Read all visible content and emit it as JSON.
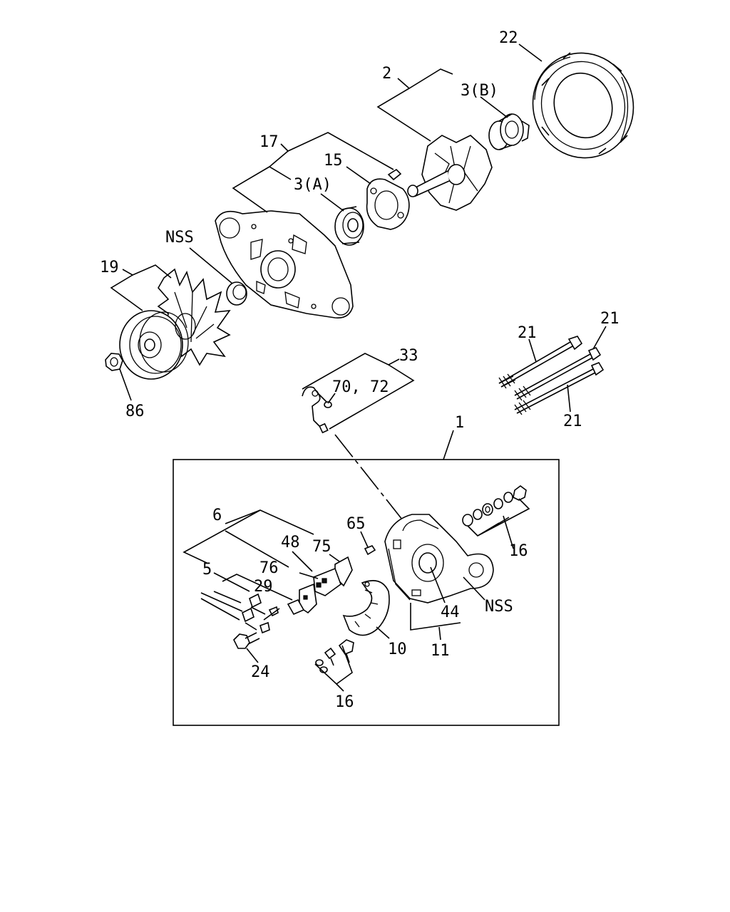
{
  "labels": {
    "l22": "22",
    "l2": "2",
    "l3b": "3(B)",
    "l17": "17",
    "l15": "15",
    "l3a": "3(A)",
    "lnss_top": "NSS",
    "l19": "19",
    "l86": "86",
    "l33": "33",
    "l7072": "70, 72",
    "l21a": "21",
    "l21b": "21",
    "l21c": "21",
    "l1": "1",
    "l6": "6",
    "l48": "48",
    "l75": "75",
    "l76": "76",
    "l5": "5",
    "l29": "29",
    "l65": "65",
    "l24": "24",
    "l16a": "16",
    "l16b": "16",
    "l10": "10",
    "l11": "11",
    "l44": "44",
    "lnss_bot": "NSS"
  }
}
